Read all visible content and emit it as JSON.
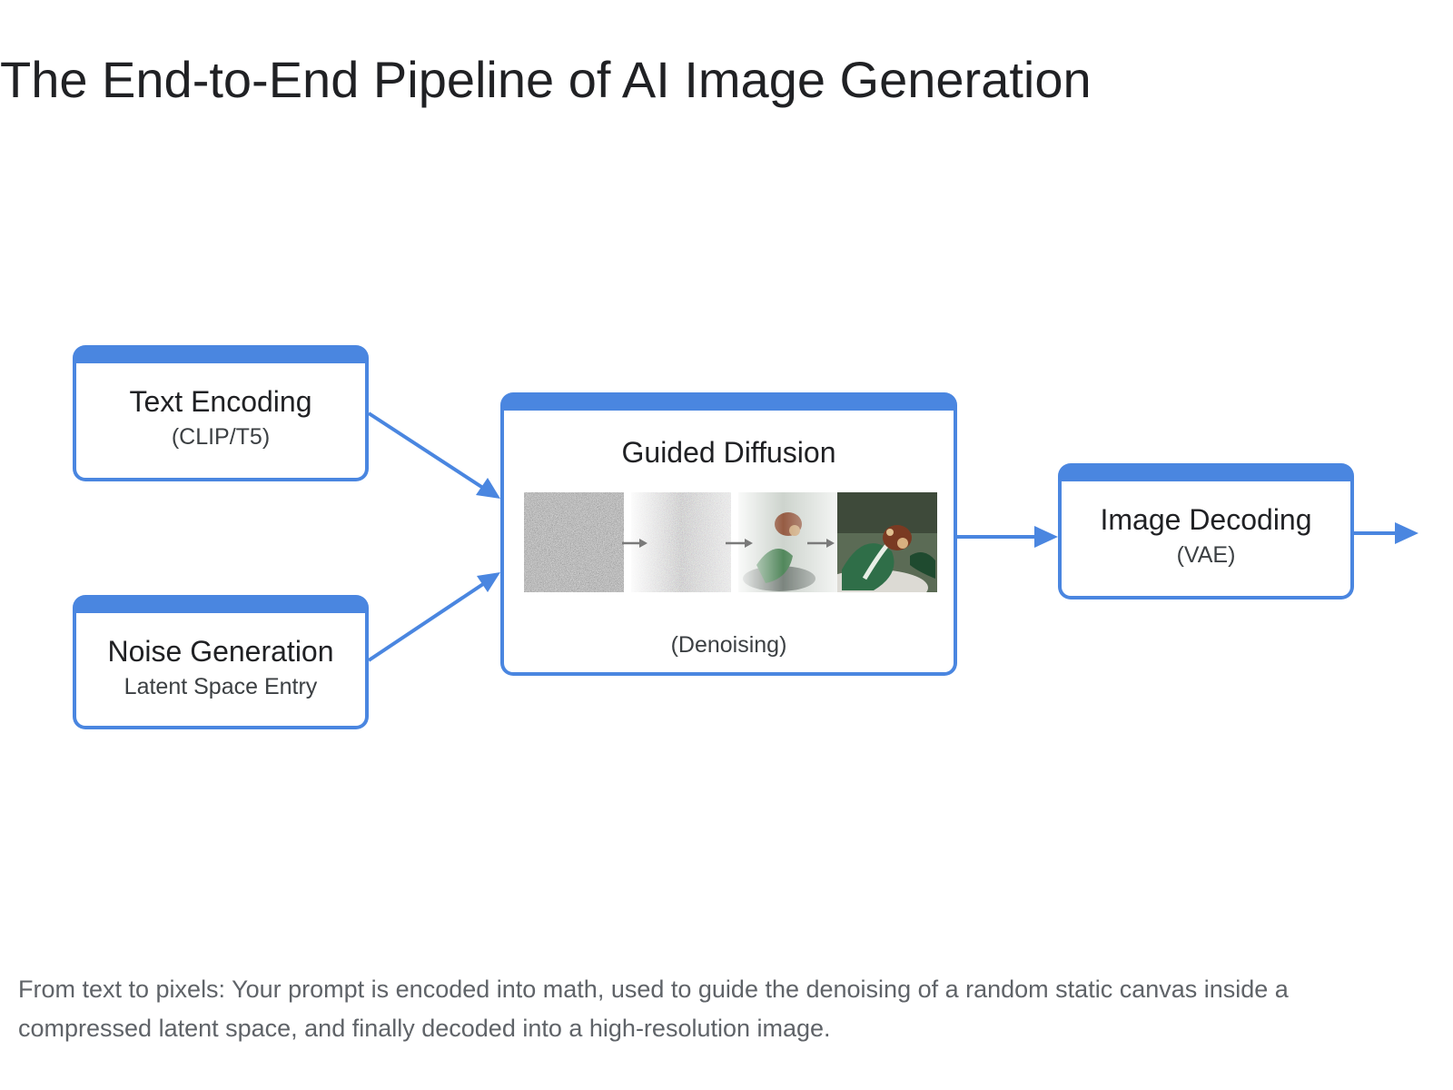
{
  "title": "The End-to-End Pipeline of AI Image Generation",
  "nodes": {
    "text_encoding": {
      "title": "Text Encoding",
      "subtitle": "(CLIP/T5)"
    },
    "noise_generation": {
      "title": "Noise Generation",
      "subtitle": "Latent Space Entry"
    },
    "guided_diffusion": {
      "title": "Guided Diffusion",
      "subtitle": "(Denoising)"
    },
    "image_decoding": {
      "title": "Image Decoding",
      "subtitle": "(VAE)"
    }
  },
  "diffusion_frames": [
    "pure-noise",
    "partial-noise",
    "mostly-denoised",
    "final-image"
  ],
  "edges": [
    {
      "from": "text_encoding",
      "to": "guided_diffusion"
    },
    {
      "from": "noise_generation",
      "to": "guided_diffusion"
    },
    {
      "from": "guided_diffusion",
      "to": "image_decoding"
    },
    {
      "from": "image_decoding",
      "to": "output"
    }
  ],
  "colors": {
    "accent": "#4a86e0",
    "text": "#202124",
    "caption": "#5f6368"
  },
  "caption": "From text to pixels: Your prompt is encoded into math, used to guide the denoising of a random static canvas inside a compressed latent space, and finally decoded into a high-resolution image."
}
